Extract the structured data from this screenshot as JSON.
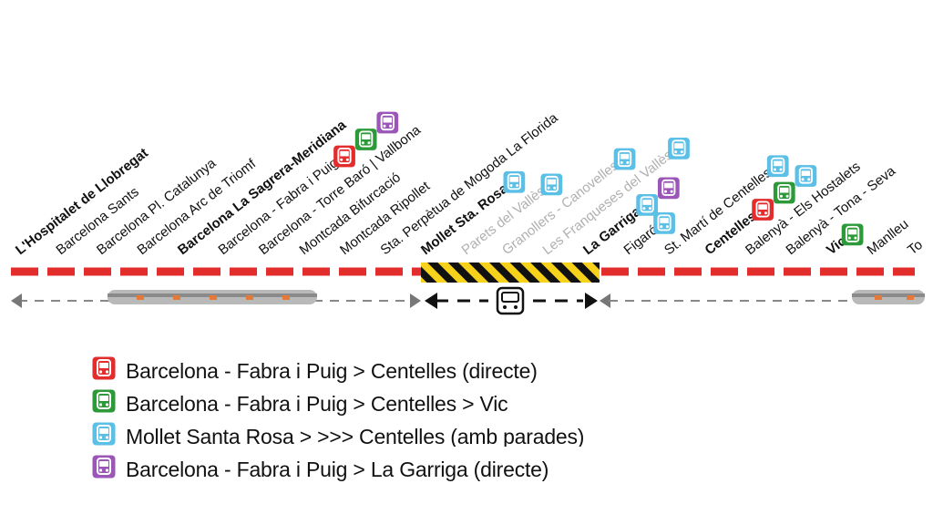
{
  "colors": {
    "red": "#e32c2c",
    "green": "#2d9a3a",
    "blue": "#5bbfe6",
    "purple": "#9b57b7",
    "hatch_yellow": "#f7d21a",
    "grey": "#777777",
    "grey_text": "#b0b0b0"
  },
  "stations": [
    {
      "name": "L'Hospitalet de Llobregat",
      "style": "bold",
      "buses": []
    },
    {
      "name": "Barcelona Sants",
      "style": "normal",
      "buses": []
    },
    {
      "name": "Barcelona Pl. Catalunya",
      "style": "normal",
      "buses": []
    },
    {
      "name": "Barcelona Arc de Triomf",
      "style": "normal",
      "buses": []
    },
    {
      "name": "Barcelona La Sagrera-Meridiana",
      "style": "bold",
      "buses": []
    },
    {
      "name": "Barcelona - Fabra i Puig",
      "style": "normal",
      "buses": [
        "red",
        "green",
        "purple"
      ]
    },
    {
      "name": "Barcelona - Torre Baró | Vallbona",
      "style": "normal",
      "buses": []
    },
    {
      "name": "Montcada Bifurcació",
      "style": "normal",
      "buses": []
    },
    {
      "name": "Montcada Ripollet",
      "style": "normal",
      "buses": []
    },
    {
      "name": "Sta. Perpètua de Mogoda La Florida",
      "style": "normal",
      "buses": []
    },
    {
      "name": "Mollet Sta. Rosa",
      "style": "bold",
      "buses": [
        "blue"
      ]
    },
    {
      "name": "Parets del Vallès",
      "style": "grey",
      "buses": [
        "blue"
      ]
    },
    {
      "name": "Granollers - Canovelles",
      "style": "grey",
      "buses": [
        "blue"
      ]
    },
    {
      "name": "Les Franqueses del Vallès",
      "style": "grey",
      "buses": [
        "blue"
      ]
    },
    {
      "name": "La Garriga",
      "style": "bold",
      "buses": [
        "blue",
        "purple"
      ]
    },
    {
      "name": "Figaró",
      "style": "normal",
      "buses": [
        "blue"
      ]
    },
    {
      "name": "St. Martí de Centelles",
      "style": "normal",
      "buses": [
        "blue"
      ]
    },
    {
      "name": "Centelles",
      "style": "bold",
      "buses": [
        "red",
        "green",
        "blue"
      ]
    },
    {
      "name": "Balenyà - Els Hostalets",
      "style": "normal",
      "buses": []
    },
    {
      "name": "Balenyà - Tona - Seva",
      "style": "normal",
      "buses": []
    },
    {
      "name": "Vic",
      "style": "bold",
      "buses": [
        "green"
      ]
    },
    {
      "name": "Manlleu",
      "style": "normal",
      "buses": []
    },
    {
      "name": "To",
      "style": "normal",
      "buses": []
    }
  ],
  "legend": [
    {
      "color": "red",
      "text": "Barcelona - Fabra i Puig > Centelles (directe)"
    },
    {
      "color": "green",
      "text": "Barcelona - Fabra i Puig > Centelles > Vic"
    },
    {
      "color": "blue",
      "text": "Mollet Santa Rosa > >>> Centelles (amb parades)"
    },
    {
      "color": "purple",
      "text": "Barcelona - Fabra i Puig > La Garriga (directe)"
    }
  ],
  "icons": {
    "bus": "bus-icon",
    "train": "train-icon",
    "arrow": "arrow-icon"
  }
}
